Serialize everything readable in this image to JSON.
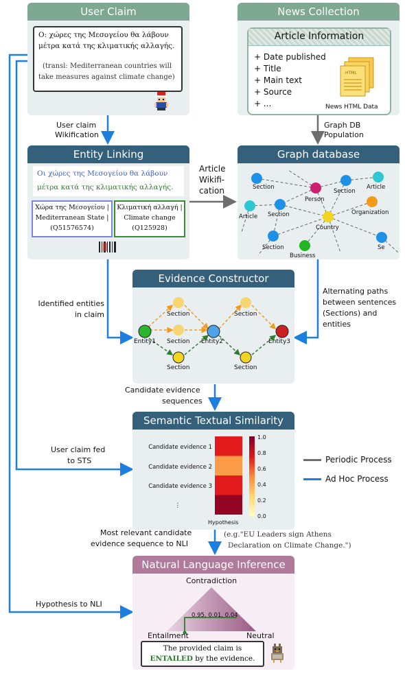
{
  "colors": {
    "periodic": "#6e6e6e",
    "adhoc": "#1a7fe0",
    "green_header": "#7fa893",
    "blue_header": "#34607c",
    "pink_header": "#b07a9a"
  },
  "user_claim": {
    "title": "User Claim",
    "greek_line1": "Ο: χώρες της Μεσογείου θα λάβουν",
    "greek_line2": "μέτρα κατά της κλιματικής αλλαγής.",
    "translation_line1": "(transl: Mediterranean countries will",
    "translation_line2": "take measures against climate change)",
    "avatar_icon": "pixel-trainer-icon"
  },
  "news_collection": {
    "title": "News Collection",
    "article_info_title": "Article Information",
    "items": [
      "+ Date published",
      "+ Title",
      "+ Main text",
      "+ Source",
      "+ ..."
    ],
    "doc_caption": "News HTML Data",
    "doc_tag": "HTML",
    "doc_icon": "html-documents-icon"
  },
  "arrows": {
    "wikification": [
      "User claim",
      "Wikification"
    ],
    "graph_db_population": [
      "Graph DB",
      "Population"
    ],
    "article_wikification": [
      "Article",
      "Wikifi-",
      "cation"
    ],
    "identified_entities": [
      "Identified entities",
      "in claim"
    ],
    "alternating_paths": [
      "Alternating paths",
      "between sentences",
      "(Sections) and",
      "entities"
    ],
    "candidate_sequences": [
      "Candidate evidence",
      "sequences"
    ],
    "claim_to_sts": [
      "User claim fed",
      "to STS"
    ],
    "most_relevant": [
      "Most relevant candidate",
      "evidence sequence to NLI"
    ],
    "hypothesis_to_nli": "Hypothesis to NLI"
  },
  "entity_linking": {
    "title": "Entity Linking",
    "greek_line1": "Οι χώρες της Μεσογείου θα λάβουν",
    "greek_line2": "μέτρα κατά της κλιματικής αλλαγής.",
    "entity1": {
      "name": "Χώρα της Μεσογείου |",
      "english": "Mediterranean State |",
      "qid": "(Q51576574)"
    },
    "entity2": {
      "name": "Κλιματική αλλαγή |",
      "english": "Climate change",
      "qid": "(Q125928)"
    },
    "barcode_icon": "barcode-icon"
  },
  "graph_database": {
    "title": "Graph database",
    "node_labels": [
      "Section",
      "Person",
      "Section",
      "Article",
      "Organization",
      "Article",
      "Section",
      "Country",
      "Section",
      "Business",
      "Se"
    ]
  },
  "evidence_constructor": {
    "title": "Evidence Constructor",
    "node_labels": [
      "Section",
      "Section",
      "Entity1",
      "Section",
      "Entity2",
      "Entity3",
      "Section",
      "Section"
    ]
  },
  "sts": {
    "title": "Semantic Textual Similarity",
    "rows": [
      "Candidate evidence 1",
      "Candidate evidence 2",
      "Candidate evidence 3",
      "⋮"
    ],
    "x_label": "Hypothesis",
    "colorbar_ticks": [
      "1.0",
      "0.8",
      "0.6",
      "0.4",
      "0.2",
      "0.0"
    ]
  },
  "chart_data": {
    "type": "heatmap",
    "categories": [
      "Candidate evidence 1",
      "Candidate evidence 2",
      "Candidate evidence 3",
      "⋮"
    ],
    "x": [
      "Hypothesis"
    ],
    "values": [
      0.75,
      0.45,
      0.75,
      0.95
    ],
    "colorbar_range": [
      0.0,
      1.0
    ]
  },
  "example": {
    "line1": "(e.g.\"EU Leaders sign Athens",
    "line2": "Declaration on Climate Change.\")"
  },
  "nli": {
    "title": "Natural Language Inference",
    "contradiction": "Contradiction",
    "entailment": "Entailment",
    "neutral": "Neutral",
    "scores": "0.95, 0.01, 0.04",
    "result_line1": "The provided claim is",
    "result_word": "ENTAILED",
    "result_rest": "by the evidence.",
    "bird_icon": "pixel-bird-icon"
  },
  "legend": {
    "periodic": "Periodic Process",
    "adhoc": "Ad Hoc Process"
  }
}
